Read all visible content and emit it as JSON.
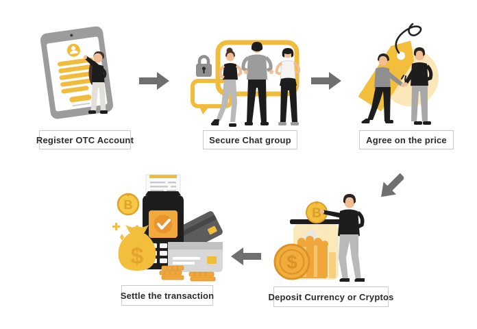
{
  "diagram": {
    "type": "process-flow",
    "subject": "OTC trading workflow",
    "step_count": 5
  },
  "steps": [
    {
      "id": "register",
      "label": "Register OTC Account",
      "icon": "tablet-signup-illustration"
    },
    {
      "id": "chat",
      "label": "Secure Chat group",
      "icon": "secure-chat-illustration"
    },
    {
      "id": "agree",
      "label": "Agree on the price",
      "icon": "price-tag-handshake-illustration"
    },
    {
      "id": "deposit",
      "label": "Deposit Currency or Cryptos",
      "icon": "coin-jar-deposit-illustration"
    },
    {
      "id": "settle",
      "label": "Settle the transaction",
      "icon": "pos-terminal-payment-illustration"
    }
  ],
  "arrows": [
    {
      "from": "register",
      "to": "chat",
      "direction": "right"
    },
    {
      "from": "chat",
      "to": "agree",
      "direction": "right"
    },
    {
      "from": "agree",
      "to": "deposit",
      "direction": "down-left"
    },
    {
      "from": "deposit",
      "to": "settle",
      "direction": "left"
    }
  ],
  "colors": {
    "background": "#ffffff",
    "accent_yellow": "#F1BB3B",
    "coin_orange": "#EFA63B",
    "light_yellow": "#FBE7B8",
    "arrow_gray": "#6F6F6F",
    "device_gray": "#9C9C9C",
    "dark": "#1D1D1D",
    "label_border": "#C9C9C9",
    "label_text": "#2B2B2B"
  }
}
